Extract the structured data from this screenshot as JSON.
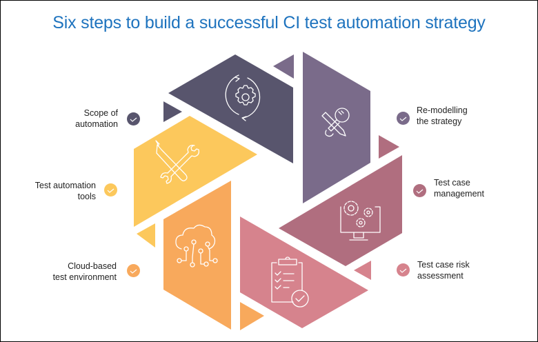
{
  "title": "Six steps to build a successful CI test automation strategy",
  "colors": {
    "title": "#1e73be",
    "dark": "#58556d",
    "purple": "#7a6b8a",
    "mauve": "#b06e7f",
    "pink": "#d6838d",
    "orange": "#f8a95c",
    "yellow": "#fcc85c"
  },
  "steps": [
    {
      "id": "scope",
      "line1": "Scope of",
      "line2": "automation",
      "icon": "gear-cycle-icon",
      "color": "#58556d",
      "side": "left"
    },
    {
      "id": "remodel",
      "line1": "Re-modelling",
      "line2": "the strategy",
      "icon": "lightbulb-pencil-icon",
      "color": "#7a6b8a",
      "side": "right"
    },
    {
      "id": "management",
      "line1": "Test case",
      "line2": "management",
      "icon": "monitor-gears-icon",
      "color": "#b06e7f",
      "side": "right"
    },
    {
      "id": "risk",
      "line1": "Test case risk",
      "line2": "assessment",
      "icon": "clipboard-checklist-icon",
      "color": "#d6838d",
      "side": "right"
    },
    {
      "id": "cloud",
      "line1": "Cloud-based",
      "line2": "test environment",
      "icon": "cloud-circuit-icon",
      "color": "#f8a95c",
      "side": "left"
    },
    {
      "id": "tools",
      "line1": "Test automation",
      "line2": "tools",
      "icon": "wrench-screwdriver-icon",
      "color": "#fcc85c",
      "side": "left"
    }
  ]
}
